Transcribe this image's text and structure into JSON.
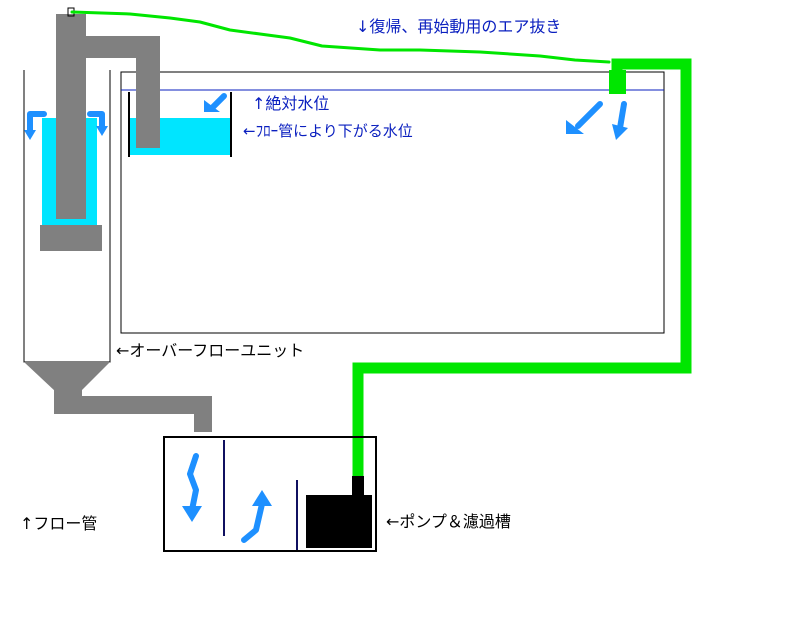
{
  "labels": {
    "air_bleed": "↓復帰、再始動用のエア抜き",
    "absolute_level": "↑絶対水位",
    "lowered_level": "←ﾌﾛｰ管により下がる水位",
    "overflow_unit": "←オーバーフローユニット",
    "flow_pipe": "↑フロー管",
    "pump_filter": "←ポンプ＆濾過槽"
  },
  "colors": {
    "water": "#00e5ff",
    "pipe_gray": "#808080",
    "pipe_green": "#00e600",
    "label_blue": "#0a1fbf",
    "arrow_blue": "#1e90ff",
    "divider_navy": "#101060",
    "pump": "#000000",
    "outline": "#000000"
  }
}
